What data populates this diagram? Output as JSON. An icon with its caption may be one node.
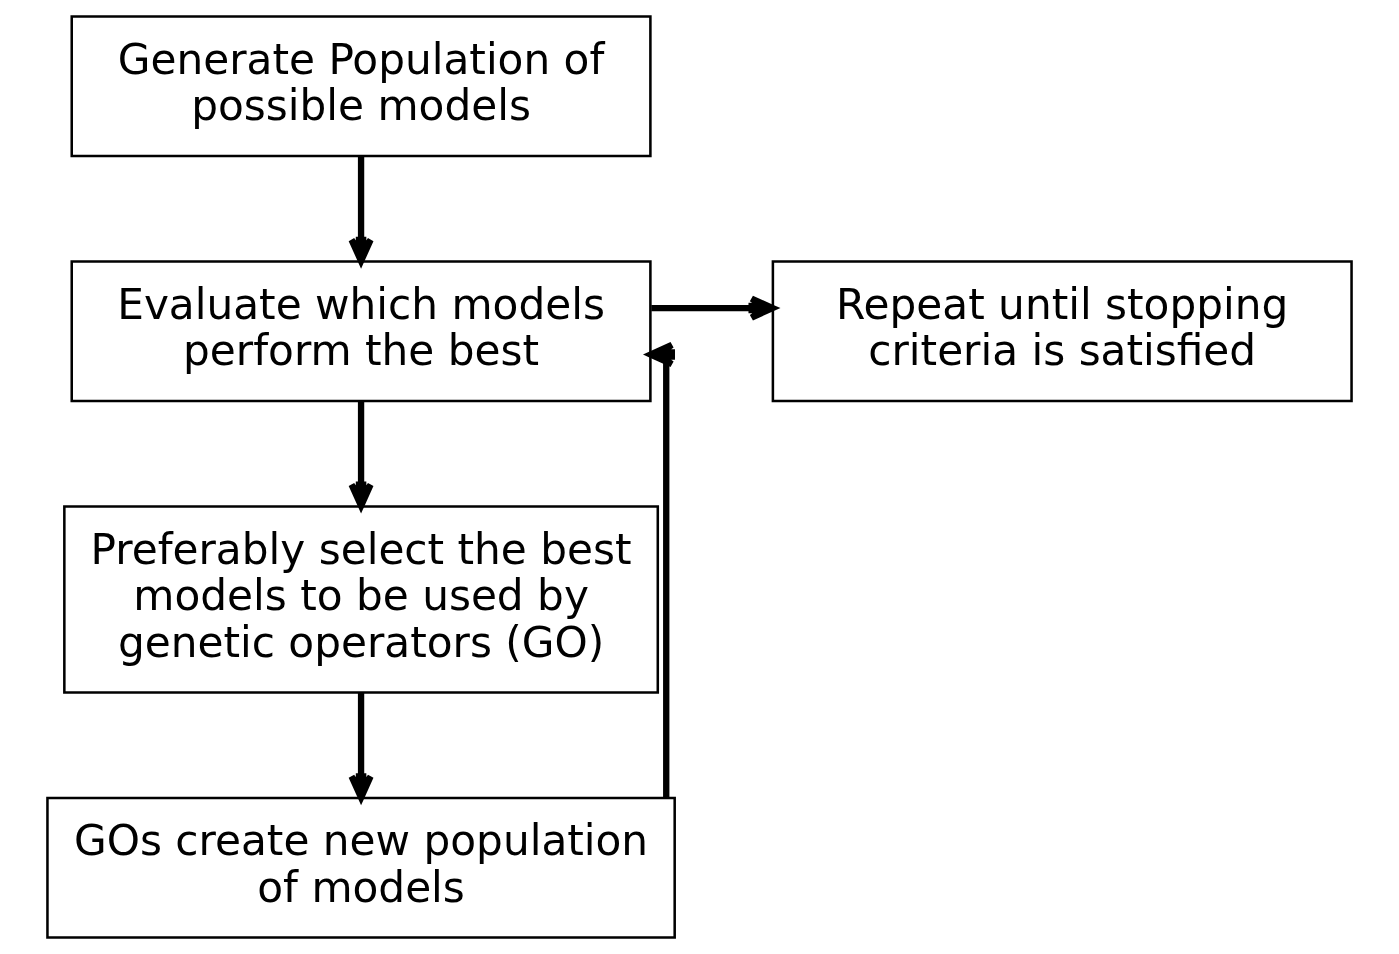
{
  "diagram": {
    "nodes": [
      {
        "text": [
          "Generate Population of possible models"
        ]
      },
      {
        "text": [
          "Evaluate which models perform the best"
        ]
      },
      {
        "text": [
          "Repeat until stopping criteria is satisfied"
        ]
      },
      {
        "text": [
          "Preferably select the best models to be used by genetic operators (GO)"
        ]
      },
      {
        "text": [
          "GOs create new population of models"
        ]
      }
    ],
    "edges": [
      {
        "from": 0,
        "to": 1,
        "arrow": "to"
      },
      {
        "from": 1,
        "to": 2,
        "arrow": "to"
      },
      {
        "from": 1,
        "to": 3,
        "arrow": "to"
      },
      {
        "from": 3,
        "to": 4,
        "arrow": "to"
      },
      {
        "from": 4,
        "to": 1,
        "arrow": "to"
      }
    ]
  }
}
